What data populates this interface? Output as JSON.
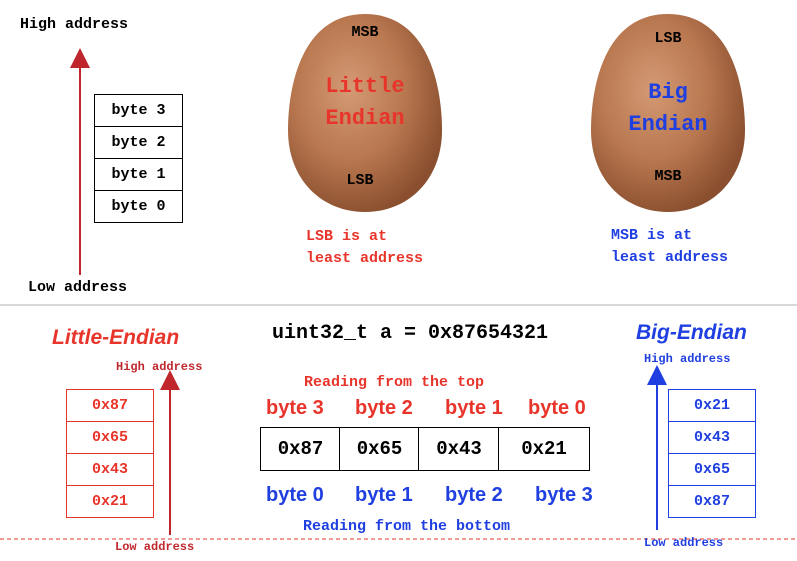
{
  "top_left": {
    "high_address": "High address",
    "low_address": "Low address",
    "bytes": [
      "byte 3",
      "byte 2",
      "byte 1",
      "byte 0"
    ]
  },
  "little_egg": {
    "top": "MSB",
    "title_line1": "Little",
    "title_line2": "Endian",
    "bottom": "LSB",
    "caption_line1": "LSB is at",
    "caption_line2": "least address"
  },
  "big_egg": {
    "top": "LSB",
    "title_line1": "Big",
    "title_line2": "Endian",
    "bottom": "MSB",
    "caption_line1": "MSB is at",
    "caption_line2": "least address"
  },
  "bottom": {
    "little_title": "Little-Endian",
    "big_title": "Big-Endian",
    "declaration": "uint32_t a = 0x87654321",
    "reading_top": "Reading from the top",
    "reading_bottom": "Reading from the bottom",
    "top_labels": [
      "byte 3",
      "byte 2",
      "byte 1",
      "byte 0"
    ],
    "bottom_labels": [
      "byte 0",
      "byte 1",
      "byte 2",
      "byte 3"
    ],
    "cells": [
      "0x87",
      "0x65",
      "0x43",
      "0x21"
    ],
    "little_high": "High address",
    "little_low": "Low address",
    "big_high": "High address",
    "big_low": "Low address",
    "little_stack": [
      "0x87",
      "0x65",
      "0x43",
      "0x21"
    ],
    "big_stack": [
      "0x21",
      "0x43",
      "0x65",
      "0x87"
    ]
  },
  "colors": {
    "red": "#e8352b",
    "blue": "#1f3fe0",
    "dark_red": "#c0272d",
    "egg": "#b8774f"
  }
}
